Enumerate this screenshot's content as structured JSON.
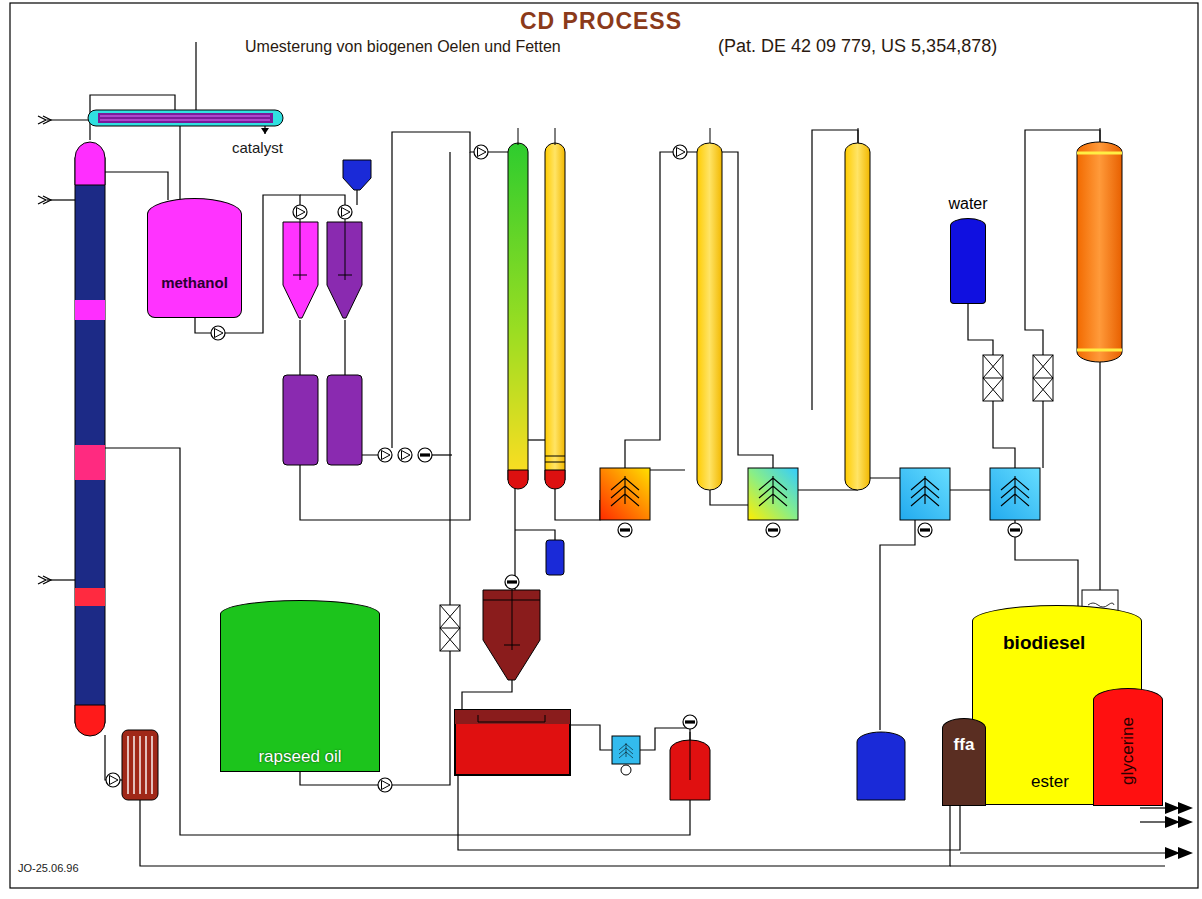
{
  "diagram": {
    "title": "CD PROCESS",
    "nodes": [
      {
        "text": [
          "methanol"
        ]
      },
      {
        "text": [
          "water"
        ]
      },
      {
        "text": [
          "rapseed oil"
        ]
      },
      {
        "text": [
          "biodiesel",
          "ester"
        ]
      },
      {
        "text": [
          "ffa"
        ]
      },
      {
        "text": [
          "glycerine"
        ]
      }
    ],
    "labels": [
      "Umesterung von biogenen Oelen und Fetten",
      "(Pat. DE 42 09 779, US 5,354,878)",
      "catalyst",
      "JO-25.06.96"
    ]
  }
}
